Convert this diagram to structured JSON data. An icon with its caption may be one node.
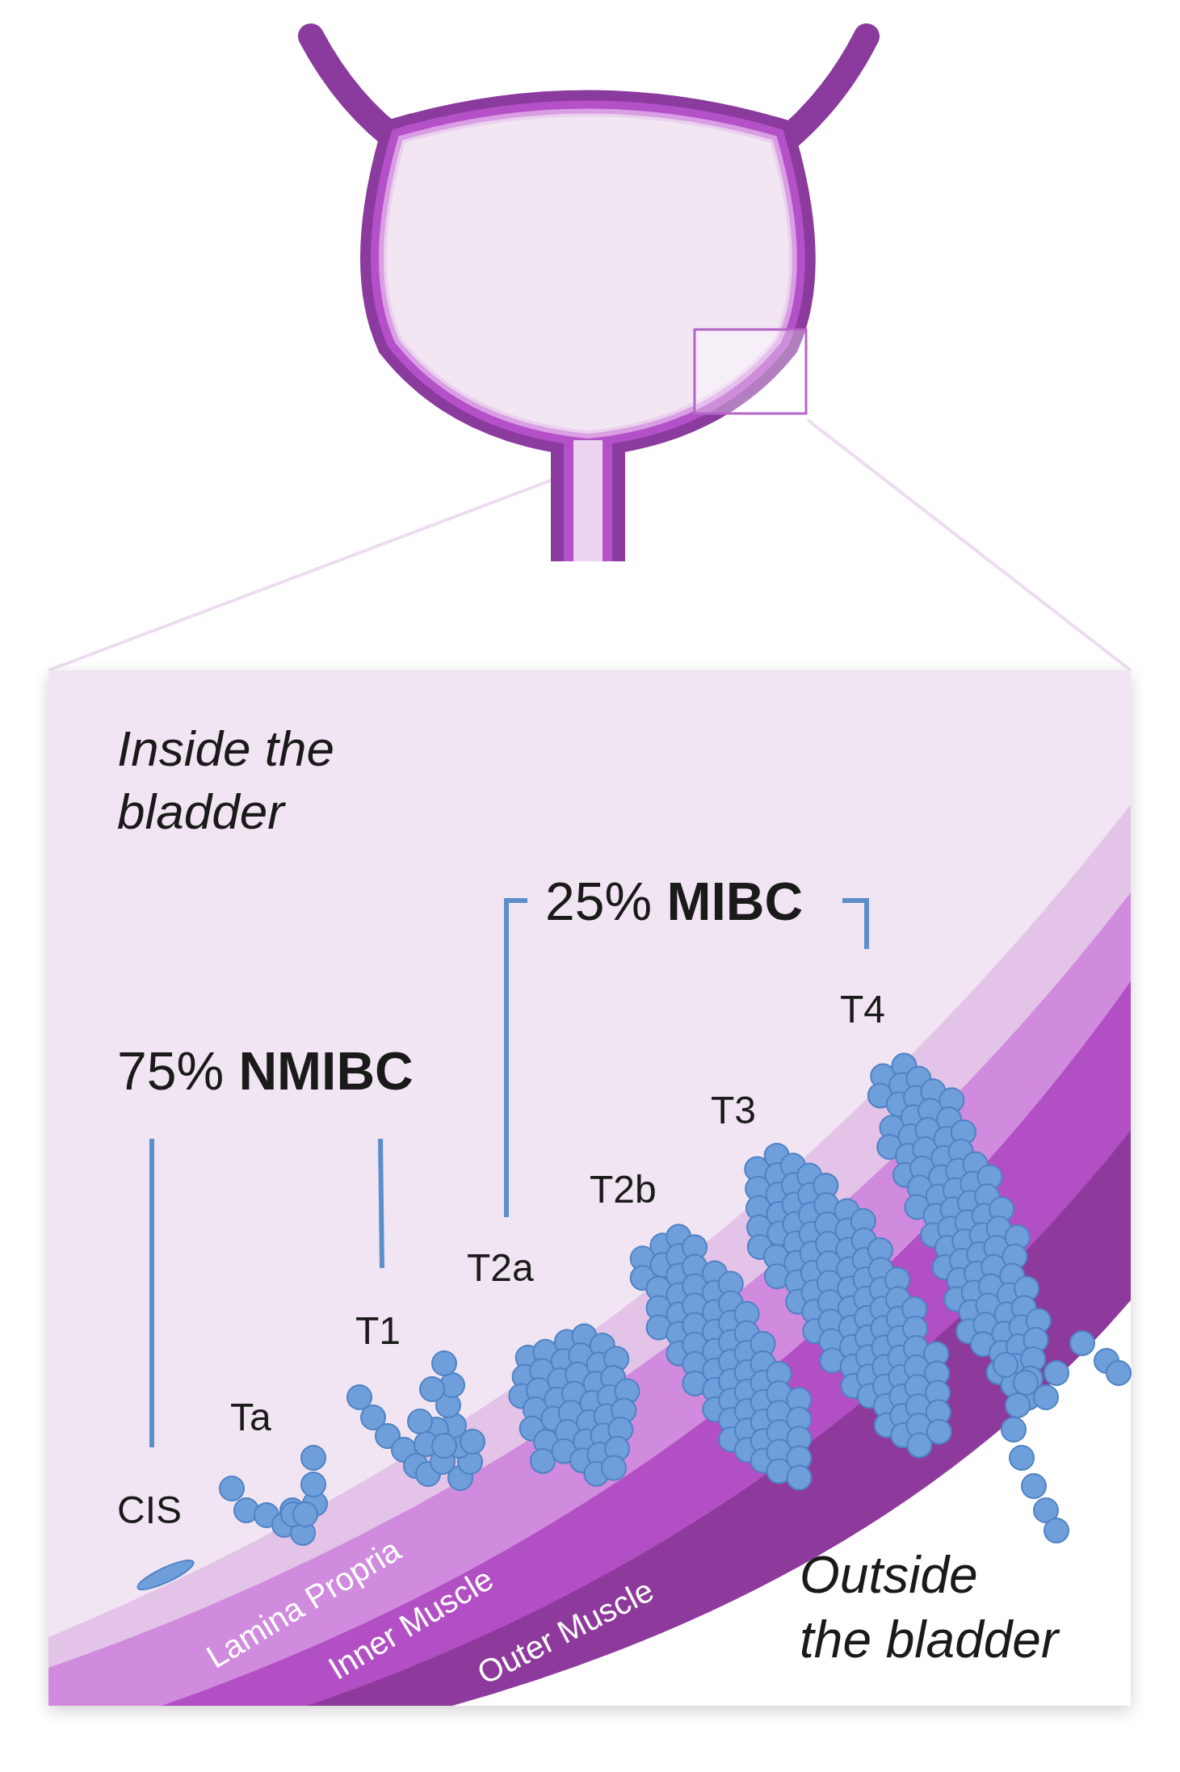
{
  "diagram": {
    "labels": [
      "Inside the bladder",
      "25% **MIBC**",
      "75% **NMIBC**",
      "T4",
      "T3",
      "T2b",
      "T2a",
      "T1",
      "Ta",
      "CIS",
      "Lamina Propria",
      "Inner Muscle",
      "Outer Muscle",
      "Outside the bladder"
    ]
  }
}
